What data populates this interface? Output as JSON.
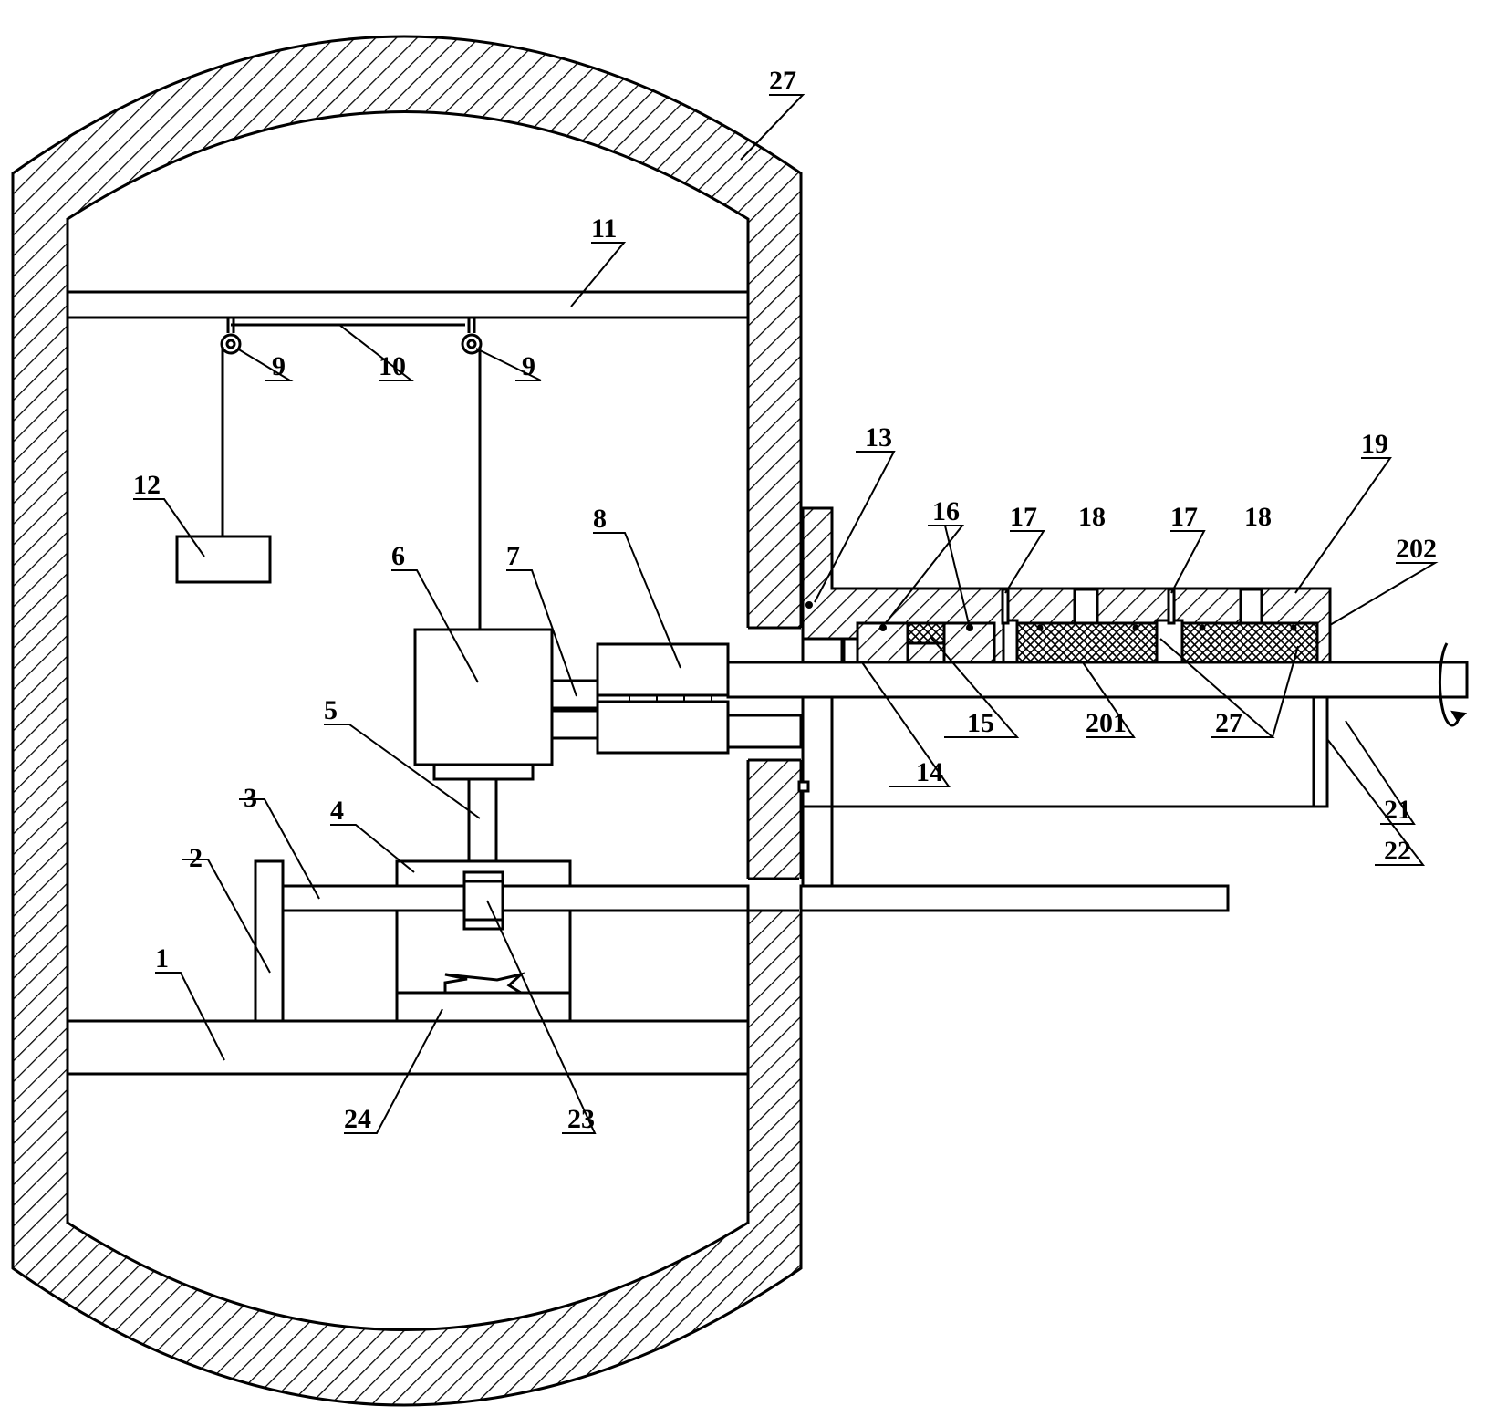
{
  "figure": {
    "labels": {
      "l1": "1",
      "l2": "2",
      "l3": "3",
      "l4": "4",
      "l5": "5",
      "l6": "6",
      "l7": "7",
      "l8": "8",
      "l9a": "9",
      "l9b": "9",
      "l10": "10",
      "l11": "11",
      "l12": "12",
      "l13": "13",
      "l14": "14",
      "l15": "15",
      "l16": "16",
      "l17a": "17",
      "l17b": "17",
      "l18a": "18",
      "l18b": "18",
      "l19": "19",
      "l201": "201",
      "l202": "202",
      "l21": "21",
      "l22": "22",
      "l23": "23",
      "l24": "24",
      "l27a": "27",
      "l27b": "27"
    },
    "colors": {
      "line": "#000000",
      "background": "#ffffff"
    }
  }
}
